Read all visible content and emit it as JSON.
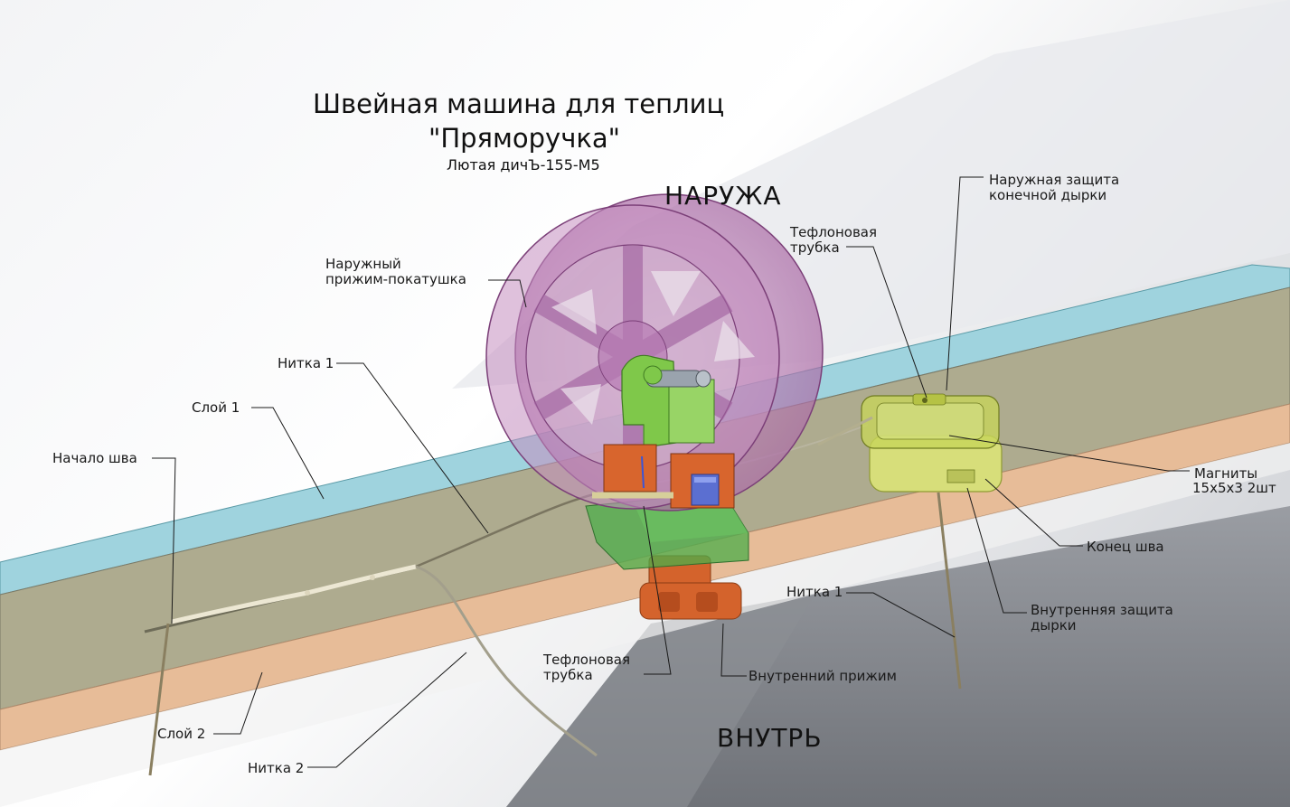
{
  "title": {
    "line1": "Швейная машина для теплиц",
    "line2": "\"Пряморучка\"",
    "subtitle": "Лютая дичЪ-155-М5"
  },
  "zones": {
    "outside": "НАРУЖА",
    "inside": "ВНУТРЬ"
  },
  "labels": {
    "outer_roller_1": "Наружный",
    "outer_roller_2": "прижим-покатушка",
    "thread1_top": "Нитка 1",
    "layer1": "Слой 1",
    "seam_start": "Начало шва",
    "teflon_top_1": "Тефлоновая",
    "teflon_top_2": "трубка",
    "outer_hole_1": "Наружная защита",
    "outer_hole_2": "конечной дырки",
    "magnets_1": "Магниты",
    "magnets_2": "15х5х3 2шт",
    "seam_end": "Конец шва",
    "inner_hole_1": "Внутренняя защита",
    "inner_hole_2": "дырки",
    "thread1_right": "Нитка 1",
    "inner_clamp": "Внутренний прижим",
    "teflon_bottom_1": "Тефлоновая",
    "teflon_bottom_2": "трубка",
    "layer2": "Слой 2",
    "thread2": "Нитка 2"
  },
  "colors": {
    "layer1_blue": "#9fd3de",
    "layer_olive": "#aeab8f",
    "layer2_peach": "#e7bc98",
    "wheel_purple": "#b77ab3",
    "bracket_green": "#7fc84a",
    "block_orange": "#d8652d",
    "housing_green": "#4cae4a",
    "magnet_yellow": "#d7de7a",
    "clamp_orange": "#d4632c"
  }
}
